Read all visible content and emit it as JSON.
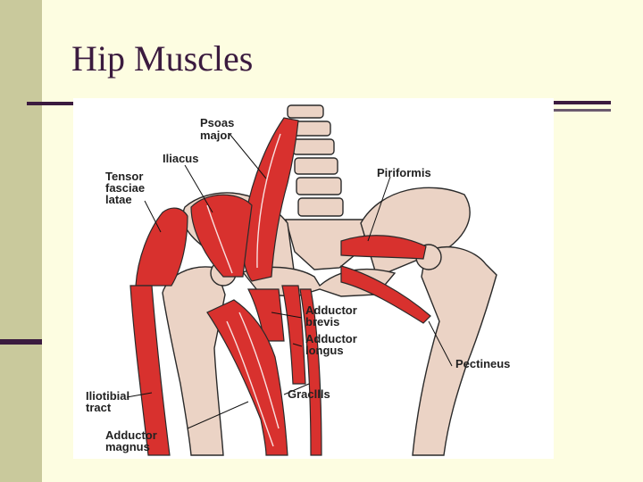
{
  "slide": {
    "title": "Hip Muscles"
  },
  "diagram": {
    "labels": {
      "psoas_major": [
        "Psoas",
        "major"
      ],
      "iliacus": "Iliacus",
      "tensor_fasciae_latae": [
        "Tensor",
        "fasciae",
        "latae"
      ],
      "piriformis": "Piriformis",
      "adductor_brevis": [
        "Adductor",
        "brevis"
      ],
      "adductor_longus": [
        "Adductor",
        "longus"
      ],
      "pectineus": "Pectineus",
      "iliotibial_tract": [
        "Iliotibial",
        "tract"
      ],
      "gracilis": "Gracllls",
      "adductor_magnus": [
        "Adductor",
        "magnus"
      ]
    }
  },
  "colors": {
    "background": "#fdfde1",
    "sidebar": "#c9c99c",
    "accent": "#3b1b3f",
    "muscle": "#d8312e",
    "bone": "#ebd3c5"
  }
}
